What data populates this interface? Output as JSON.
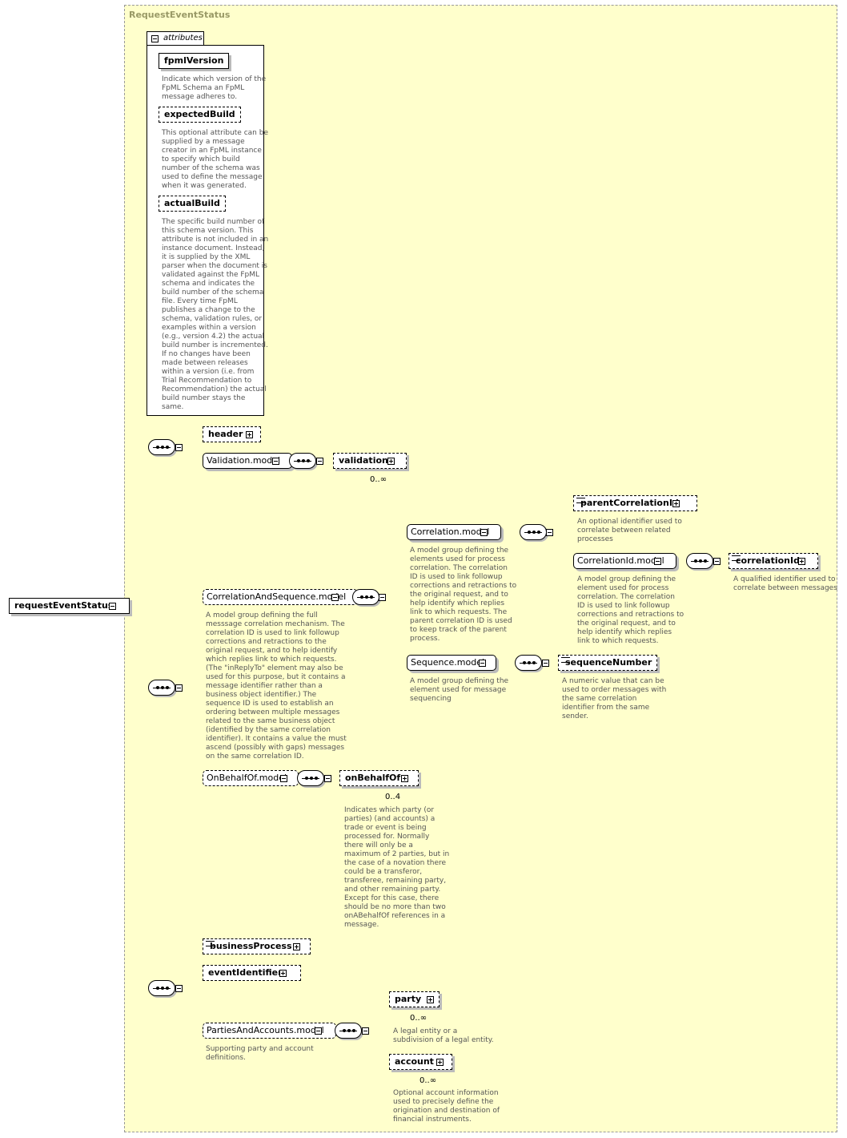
{
  "diagram": {
    "type_name": "RequestEventStatus",
    "root": "requestEventStatus",
    "attributes_label": "attributes",
    "attributes": [
      {
        "name": "fpmlVersion",
        "doc": "Indicate which version of the\nFpML Schema an FpML\nmessage adheres to."
      },
      {
        "name": "expectedBuild",
        "doc": "This optional attribute can be\nsupplied by a message\ncreator in an FpML instance\nto specify which build\nnumber of the schema was\nused to define the message\nwhen it was generated."
      },
      {
        "name": "actualBuild",
        "doc": "The specific build number of\nthis schema version. This\nattribute is not included in an\ninstance document. Instead,\nit is supplied by the XML\nparser when the document is\nvalidated against the FpML\nschema and indicates the\nbuild number of the schema\nfile. Every time FpML\npublishes a change to the\nschema, validation rules, or\nexamples within a version\n(e.g., version 4.2) the actual\nbuild number is incremented.\nIf no changes have been\nmade between releases\nwithin a version (i.e. from\nTrial Recommendation to\nRecommendation) the actual\nbuild number stays the\nsame."
      }
    ],
    "nodes": {
      "header": "header",
      "validation_model": "Validation.model",
      "validation": "validation",
      "validation_card": "0..∞",
      "cas_model": "CorrelationAndSequence.model",
      "cas_doc": "A model group defining the full\nmesssage correlation mechanism. The\ncorrelation ID is used to link followup\ncorrections and retractions to the\noriginal request, and to help identify\nwhich replies link to which requests.\n(The \"inReplyTo\" element may also be\nused for this purpose, but it contains a\nmessage identifier rather than a\nbusiness object identifier.) The\nsequence ID is used to establish an\nordering between multiple messages\nrelated to the same business object\n(identified by the same correlation\nidentifier). It contains a value the must\nascend (possibly with gaps) messages\non the same correlation ID.",
      "corr_model": "Correlation.model",
      "corr_doc": "A model group defining the\nelements used for process\ncorrelation. The correlation\nID is used to link followup\ncorrections and retractions to\nthe original request, and to\nhelp identify which replies\nlink to which requests. The\nparent correlation ID is used\nto keep track of the parent\nprocess.",
      "parent_corr": "parentCorrelationId",
      "parent_corr_doc": "An optional identifier used to\ncorrelate between related\nprocesses",
      "corrid_model": "CorrelationId.model",
      "corrid_model_doc": "A model group defining the\nelement used for process\ncorrelation. The correlation\nID is used to link followup\ncorrections and retractions to\nthe original request, and to\nhelp identify which replies\nlink to which requests.",
      "corr_id": "correlationId",
      "corr_id_doc": "A qualified identifier used to\ncorrelate between messages",
      "seq_model": "Sequence.model",
      "seq_model_doc": "A model group defining the\nelement used for message\nsequencing",
      "seq_number": "sequenceNumber",
      "seq_number_doc": "A numeric value that can be\nused to order messages with\nthe same correlation\nidentifier from the same\nsender.",
      "obo_model": "OnBehalfOf.model",
      "obo": "onBehalfOf",
      "obo_card": "0..4",
      "obo_doc": "Indicates which party (or\nparties) (and accounts) a\ntrade or event is being\nprocessed for. Normally\nthere will only be a\nmaximum of 2 parties, but in\nthe case of a novation there\ncould be a transferor,\ntransferee, remaining party,\nand other remaining party.\nExcept for this case, there\nshould be no more than two\nonABehalfOf references in a\nmessage.",
      "business_process": "businessProcess",
      "event_identifier": "eventIdentifier",
      "pa_model": "PartiesAndAccounts.model",
      "pa_doc": "Supporting party and account\ndefinitions.",
      "party": "party",
      "party_card": "0..∞",
      "party_doc": "A legal entity or a\nsubdivision of a legal entity.",
      "account": "account",
      "account_card": "0..∞",
      "account_doc": "Optional account information\nused to precisely define the\norigination and destination of\nfinancial instruments."
    }
  }
}
